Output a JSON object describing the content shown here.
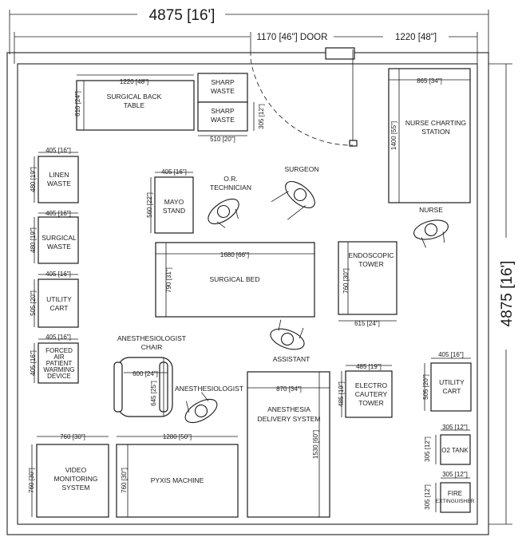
{
  "overall": {
    "width": "4875 [16']",
    "height": "4875 [16']",
    "door": "1170 [46\"] DOOR",
    "right_of_door": "1220 [48\"]"
  },
  "items": {
    "surgical_back_table": {
      "label": [
        "SURGICAL BACK",
        "TABLE"
      ],
      "w": "1220 [48\"]",
      "h": "610 [24\"]"
    },
    "sharp_waste_1": {
      "label": [
        "SHARP",
        "WASTE"
      ]
    },
    "sharp_waste_2": {
      "label": [
        "SHARP",
        "WASTE"
      ],
      "w": "510 [20\"]",
      "h": "305 [12\"]"
    },
    "nurse_station": {
      "label": [
        "NURSE CHARTING",
        "STATION"
      ],
      "w": "865 [34\"]",
      "h": "1400 [55\"]"
    },
    "linen_waste": {
      "label": [
        "LINEN",
        "WASTE"
      ],
      "w": "405 [16\"]",
      "h": "480 [19\"]"
    },
    "surgical_waste": {
      "label": [
        "SURGICAL",
        "WASTE"
      ],
      "w": "405 [16\"]",
      "h": "480 [19\"]"
    },
    "utility_cart_left": {
      "label": [
        "UTILITY",
        "CART"
      ],
      "w": "405 [16\"]",
      "h": "505 [20\"]"
    },
    "forced_air": {
      "label": [
        "FORCED",
        "AIR",
        "PATIENT",
        "WARMING",
        "DEVICE"
      ],
      "w": "405 [16\"]",
      "h": "405 [16\"]"
    },
    "mayo_stand": {
      "label": [
        "MAYO",
        "STAND"
      ],
      "w": "405 [16\"]",
      "h": "560 [22\"]"
    },
    "surgical_bed": {
      "label": [
        "SURGICAL BED"
      ],
      "w": "1680 [66\"]",
      "h": "790 [31\"]"
    },
    "endoscopic_tower": {
      "label": [
        "ENDOSCOPIC",
        "TOWER"
      ],
      "w": "615 [24\"]",
      "h": "760 [30\"]"
    },
    "anesth_chair": {
      "label": [
        "ANESTHESIOLOGIST",
        "CHAIR"
      ],
      "w": "600 [24\"]",
      "h": "645 [25\"]"
    },
    "anesth_delivery": {
      "label": [
        "ANESTHESIA",
        "DELIVERY SYSTEM"
      ],
      "w": "870 [34\"]",
      "h": "1530 [60\"]"
    },
    "electro_cautery": {
      "label": [
        "ELECTRO",
        "CAUTERY",
        "TOWER"
      ],
      "w": "485 [19\"]",
      "h": "485 [19\"]"
    },
    "utility_cart_right": {
      "label": [
        "UTILITY",
        "CART"
      ],
      "w": "405 [16\"]",
      "h": "505 [20\"]"
    },
    "o2_tank": {
      "label": [
        "O2 TANK"
      ],
      "w": "305 [12\"]",
      "h": "305 [12\"]"
    },
    "fire_extinguisher": {
      "label": [
        "FIRE",
        "EXTINGUISHER"
      ],
      "w": "305 [12\"]",
      "h": "305 [12\"]"
    },
    "video_monitoring": {
      "label": [
        "VIDEO",
        "MONITORING",
        "SYSTEM"
      ],
      "w": "760 [30\"]",
      "h": "760 [30\"]"
    },
    "pyxis": {
      "label": [
        "PYXIS MACHINE"
      ],
      "w": "1280 [50\"]",
      "h": "760 [30\"]"
    }
  },
  "people": {
    "or_technician": [
      "O.R.",
      "TECHNICIAN"
    ],
    "surgeon": "SURGEON",
    "nurse": "NURSE",
    "assistant": "ASSISTANT",
    "anesthesiologist": "ANESTHESIOLOGIST"
  }
}
